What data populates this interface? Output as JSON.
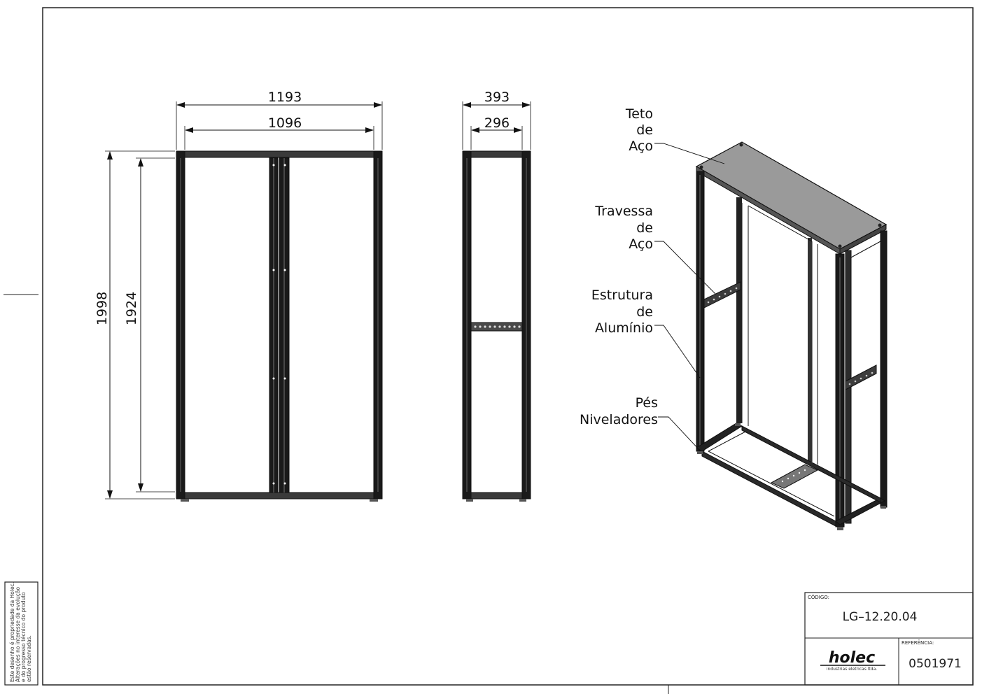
{
  "dimensions": {
    "front_outer_width": "1193",
    "front_inner_width": "1096",
    "outer_height": "1998",
    "inner_height": "1924",
    "side_outer_depth": "393",
    "side_inner_depth": "296"
  },
  "callouts": {
    "teto": [
      "Teto",
      "de",
      "Aço"
    ],
    "travessa": [
      "Travessa",
      "de",
      "Aço"
    ],
    "estrutura": [
      "Estrutura",
      "de",
      "Alumínio"
    ],
    "pes": [
      "Pés",
      "Niveladores"
    ]
  },
  "title_block": {
    "codigo_label": "CÓDIGO:",
    "codigo_value": "LG–12.20.04",
    "referencia_label": "REFERÊNCIA:",
    "referencia_value": "0501971",
    "brand": "holec",
    "brand_sub": "industrias eletricas ltda."
  },
  "side_note": [
    "Este desenho é propriedade da Holec.",
    "Alterações no interesse da evolução",
    "e do progresso técnico do produto",
    "estão reservadas."
  ]
}
